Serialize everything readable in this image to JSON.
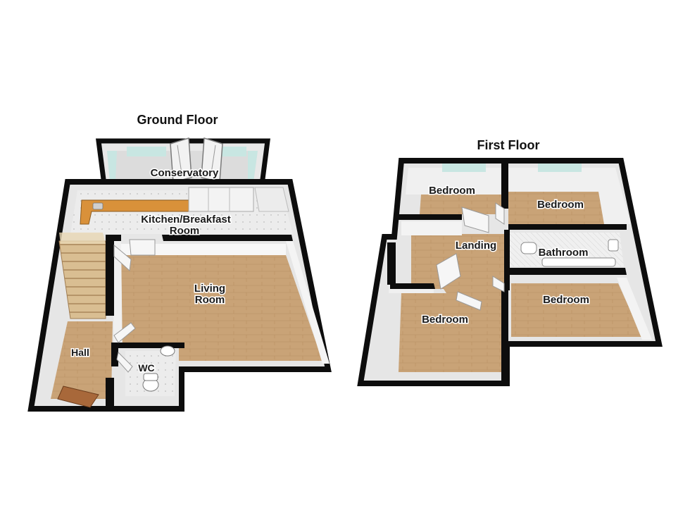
{
  "ground_floor": {
    "title": "Ground Floor",
    "rooms": {
      "conservatory": "Conservatory",
      "kitchen_line1": "Kitchen/Breakfast",
      "kitchen_line2": "Room",
      "living_line1": "Living",
      "living_line2": "Room",
      "hall": "Hall",
      "wc": "WC"
    }
  },
  "first_floor": {
    "title": "First Floor",
    "rooms": {
      "bedroom_top_left": "Bedroom",
      "bedroom_top_right": "Bedroom",
      "landing": "Landing",
      "bathroom": "Bathroom",
      "bedroom_bottom_left": "Bedroom",
      "bedroom_bottom_right": "Bedroom"
    }
  },
  "colors": {
    "wall": "#0d0d0d",
    "wall_inner": "#e6e6e6",
    "wood_floor": "#c9a377",
    "tile_floor": "#e9e9e9",
    "glass": "#c8e6e2",
    "worktop": "#d9913a"
  }
}
